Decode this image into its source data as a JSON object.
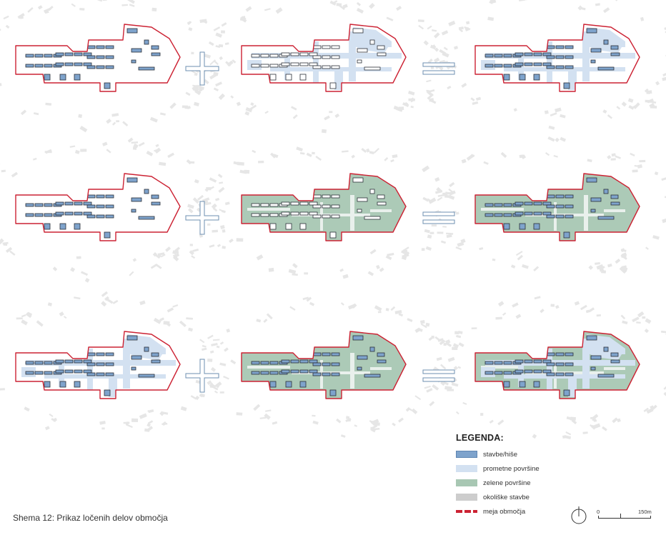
{
  "colors": {
    "boundary": "#cc2233",
    "buildings": "#7ea3cc",
    "building_outline": "#2b2f38",
    "traffic": "#d3e1f1",
    "green": "#a8c7b3",
    "surroundings": "#e6e6e6",
    "operator_stroke": "#6e8fb0"
  },
  "rows": [
    {
      "inputs": [
        {
          "layers": [
            "buildings"
          ]
        },
        {
          "layers": [
            "traffic",
            "outlines"
          ]
        }
      ],
      "result": {
        "layers": [
          "traffic",
          "buildings"
        ]
      }
    },
    {
      "inputs": [
        {
          "layers": [
            "buildings"
          ]
        },
        {
          "layers": [
            "green",
            "outlines"
          ]
        }
      ],
      "result": {
        "layers": [
          "green",
          "buildings"
        ]
      }
    },
    {
      "inputs": [
        {
          "layers": [
            "traffic",
            "buildings"
          ]
        },
        {
          "layers": [
            "green",
            "buildings"
          ]
        }
      ],
      "result": {
        "layers": [
          "traffic",
          "green",
          "buildings"
        ]
      }
    }
  ],
  "operators": [
    "plus",
    "equals"
  ],
  "legend": {
    "title": "LEGENDA:",
    "items": [
      {
        "key": "buildings",
        "label": "stavbe/hiše"
      },
      {
        "key": "traffic",
        "label": "prometne površine"
      },
      {
        "key": "green",
        "label": "zelene površine"
      },
      {
        "key": "surround",
        "label": "okoliške stavbe"
      },
      {
        "key": "boundary",
        "label": "meja območja"
      }
    ]
  },
  "scale_bar": {
    "min_label": "0",
    "max_label": "150m"
  },
  "north_arrow_icon": "north-arrow-icon",
  "caption": "Shema 12:  Prikaz ločenih delov območja"
}
